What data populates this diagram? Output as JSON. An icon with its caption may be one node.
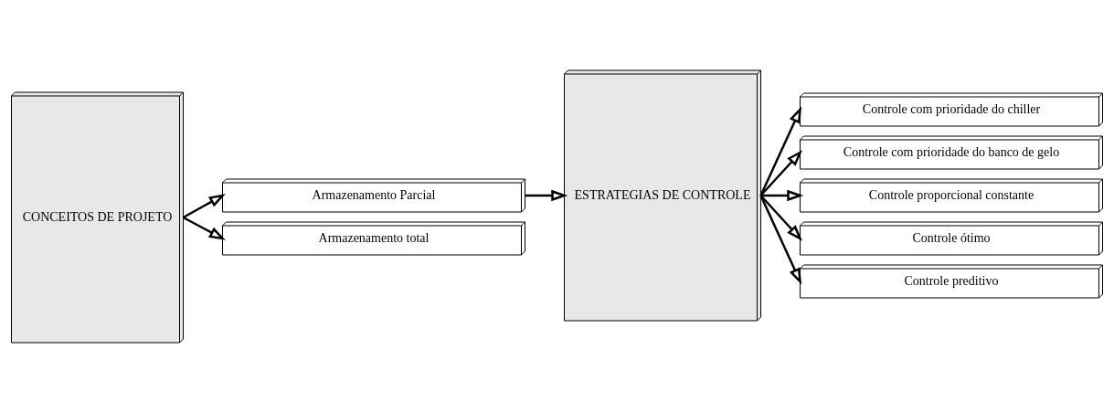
{
  "diagram": {
    "nodes": [
      {
        "text": [
          "CONCEITOS DE PROJETO"
        ]
      },
      {
        "text": [
          "Armazenamento Parcial"
        ]
      },
      {
        "text": [
          "Armazenamento total"
        ]
      },
      {
        "text": [
          "ESTRATEGIAS DE CONTROLE"
        ]
      },
      {
        "text": [
          "Controle com prioridade do chiller"
        ]
      },
      {
        "text": [
          "Controle com prioridade do banco de gelo"
        ]
      },
      {
        "text": [
          "Controle proporcional constante"
        ]
      },
      {
        "text": [
          "Controle ótimo"
        ]
      },
      {
        "text": [
          "Controle preditivo"
        ]
      }
    ],
    "edges": [
      {
        "from": 0,
        "to": 1,
        "arrow": "to"
      },
      {
        "from": 0,
        "to": 2,
        "arrow": "to"
      },
      {
        "from": 1,
        "to": 3,
        "arrow": "to"
      },
      {
        "from": 3,
        "to": 4,
        "arrow": "to"
      },
      {
        "from": 3,
        "to": 5,
        "arrow": "to"
      },
      {
        "from": 3,
        "to": 6,
        "arrow": "to"
      },
      {
        "from": 3,
        "to": 7,
        "arrow": "to"
      },
      {
        "from": 3,
        "to": 8,
        "arrow": "to"
      }
    ]
  }
}
